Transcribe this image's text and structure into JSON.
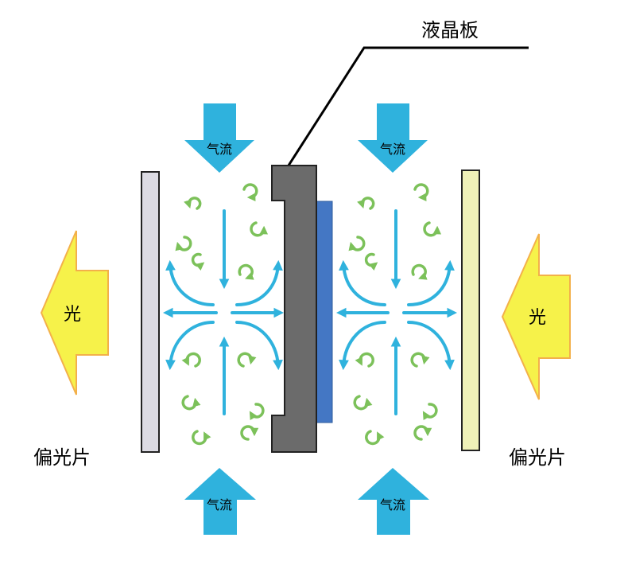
{
  "labels": {
    "lcd_panel": "液晶板",
    "polarizer_left": "偏光片",
    "polarizer_right": "偏光片",
    "light_left": "光",
    "light_right": "光",
    "airflow_top_left": "气流",
    "airflow_top_right": "气流",
    "airflow_bottom_left": "气流",
    "airflow_bottom_right": "气流"
  },
  "colors": {
    "airflow_arrow": "#2fb2dd",
    "swirl_arrow": "#7cc15a",
    "light_arrow_fill": "#f6f24a",
    "light_arrow_stroke": "#f3b04a",
    "polarizer_left_fill": "#dcdbe3",
    "polarizer_right_fill": "#eff1b8",
    "lcd_panel_fill": "#6b6b6b",
    "lcd_glass_fill": "#4477c4",
    "leader_line": "#000000"
  }
}
